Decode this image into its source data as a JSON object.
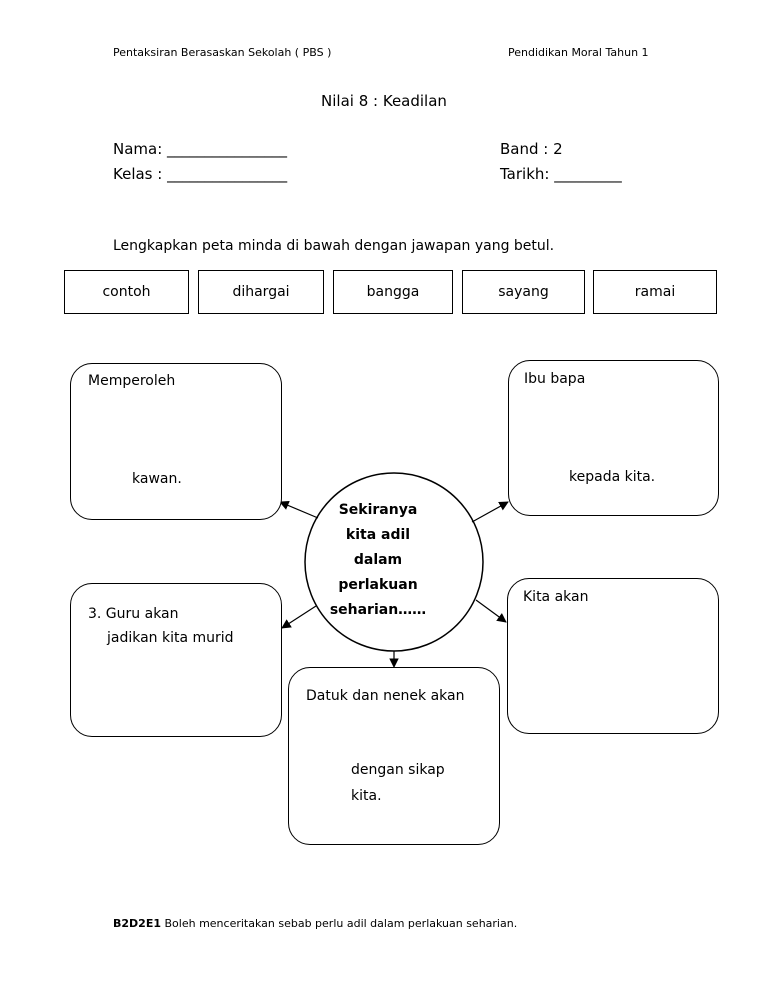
{
  "header": {
    "left": "Pentaksiran Berasaskan Sekolah ( PBS )",
    "right": "Pendidikan Moral Tahun 1"
  },
  "title": "Nilai 8 : Keadilan",
  "fields": {
    "nama": "Nama: ________________",
    "kelas": "Kelas : ________________",
    "band": "Band : 2",
    "tarikh": "Tarikh: _________"
  },
  "instruction": "Lengkapkan peta minda di bawah dengan jawapan yang betul.",
  "word_bank": [
    "contoh",
    "dihargai",
    "bangga",
    "sayang",
    "ramai"
  ],
  "mind_map": {
    "center": [
      "Sekiranya",
      "kita adil",
      "dalam",
      "perlakuan",
      "seharian……"
    ],
    "box_top_left": {
      "line1": "Memperoleh",
      "line2": "kawan."
    },
    "box_top_right": {
      "line1": "Ibu bapa",
      "line2": "kepada kita."
    },
    "box_mid_left": {
      "line1": "3. Guru akan",
      "line2": "jadikan kita murid"
    },
    "box_mid_right": {
      "line1": "Kita akan"
    },
    "box_bottom": {
      "line1": "Datuk dan nenek akan",
      "line2": "dengan sikap",
      "line3": "kita."
    }
  },
  "footer": {
    "code": "B2D2E1",
    "text": "Boleh menceritakan sebab perlu adil dalam perlakuan seharian."
  }
}
